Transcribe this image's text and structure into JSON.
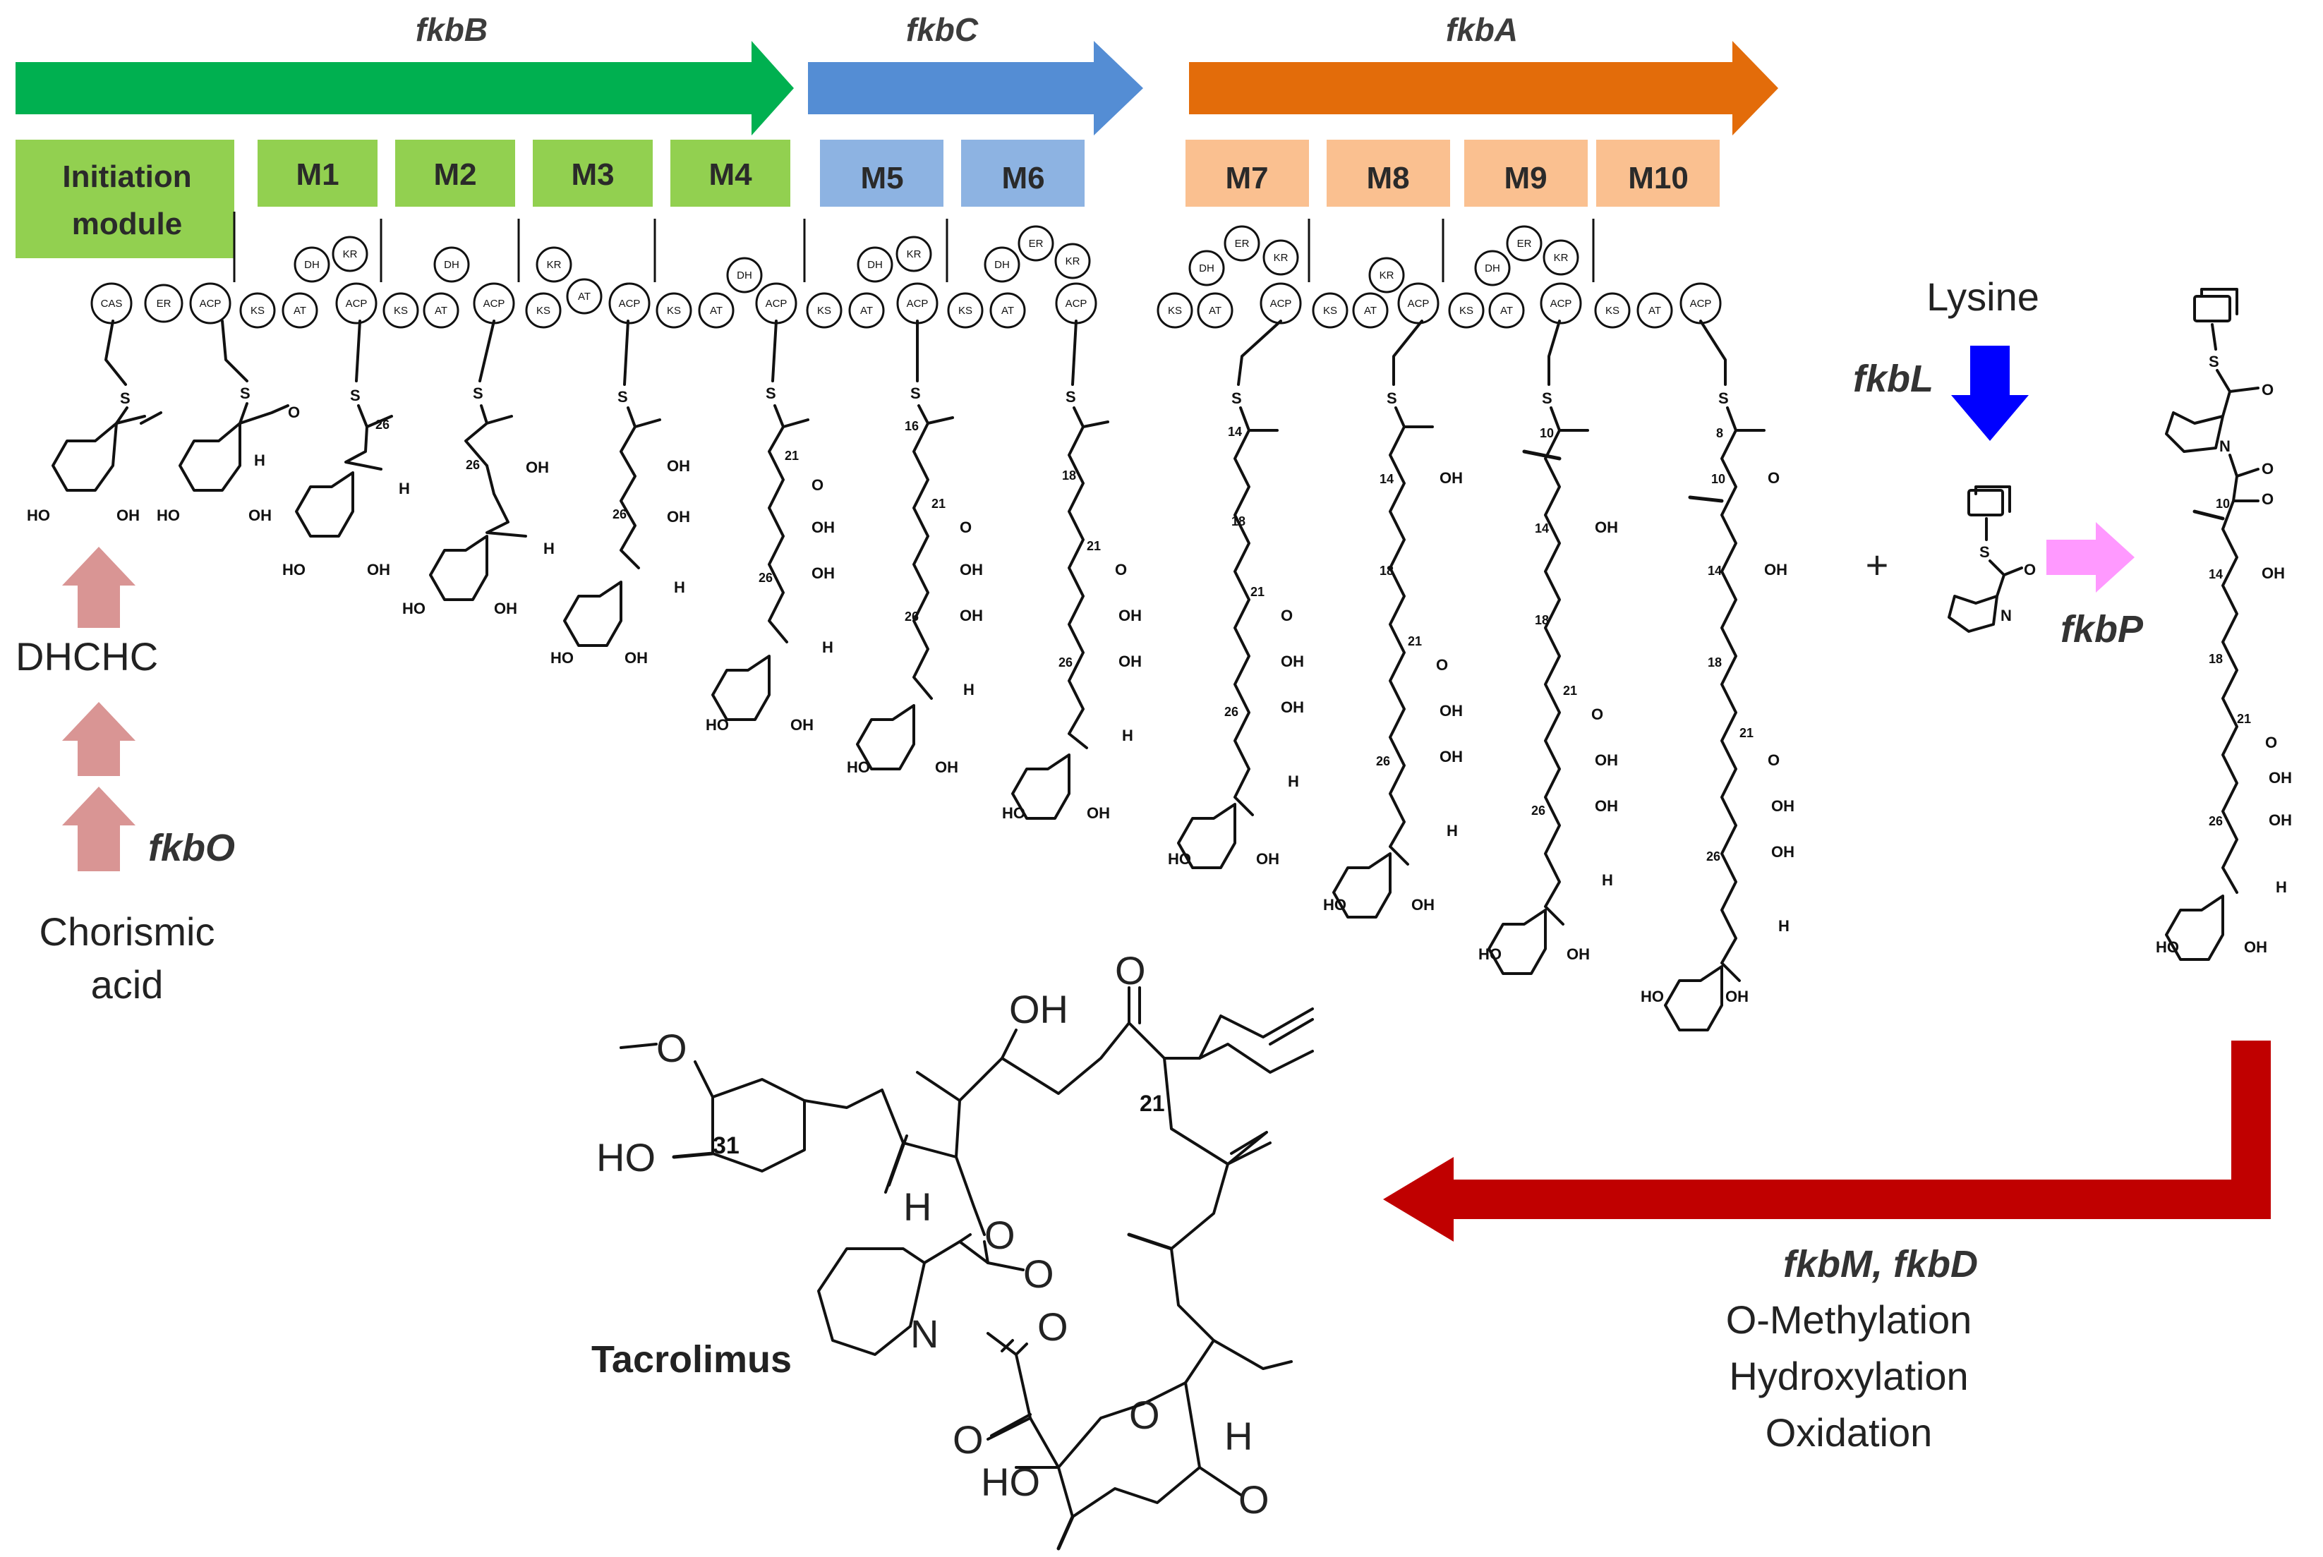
{
  "genes": [
    {
      "name": "fkbB",
      "color": "#00b050"
    },
    {
      "name": "fkbC",
      "color": "#548dd4"
    },
    {
      "name": "fkbA",
      "color": "#e36c0a"
    }
  ],
  "modules": [
    {
      "label": "Initiation module",
      "line1": "Initiation",
      "line2": "module",
      "color": "#92d050"
    },
    {
      "label": "M1",
      "color": "#92d050"
    },
    {
      "label": "M2",
      "color": "#92d050"
    },
    {
      "label": "M3",
      "color": "#92d050"
    },
    {
      "label": "M4",
      "color": "#92d050"
    },
    {
      "label": "M5",
      "color": "#8db3e2"
    },
    {
      "label": "M6",
      "color": "#8db3e2"
    },
    {
      "label": "M7",
      "color": "#fac090"
    },
    {
      "label": "M8",
      "color": "#fac090"
    },
    {
      "label": "M9",
      "color": "#fac090"
    },
    {
      "label": "M10",
      "color": "#fac090"
    }
  ],
  "domains": {
    "cas": "CAS",
    "er": "ER",
    "acp": "ACP",
    "ks": "KS",
    "at": "AT",
    "dh": "DH",
    "kr": "KR"
  },
  "atoms": {
    "ho": "HO",
    "oh": "OH",
    "h": "H",
    "s": "S",
    "o": "O",
    "n": "N"
  },
  "carbon_numbers": {
    "c8": "8",
    "c10": "10",
    "c14": "14",
    "c16": "16",
    "c18": "18",
    "c21": "21",
    "c26": "26",
    "c31": "31"
  },
  "left_pathway": {
    "intermediate": "DHCHC",
    "enzyme": "fkbO",
    "precursor_line1": "Chorismic",
    "precursor_line2": "acid",
    "arrow_color": "#d99594"
  },
  "lysine_branch": {
    "substrate": "Lysine",
    "enzyme": "fkbL",
    "plus": "+",
    "condensing_enzyme": "fkbP",
    "down_arrow_color": "#0000ff",
    "right_arrow_color": "#ff99ff"
  },
  "final_step": {
    "enzymes": "fkbM, fkbD",
    "reactions": [
      "O-Methylation",
      "Hydroxylation",
      "Oxidation"
    ],
    "arrow_color": "#c00000"
  },
  "product": {
    "name": "Tacrolimus"
  }
}
